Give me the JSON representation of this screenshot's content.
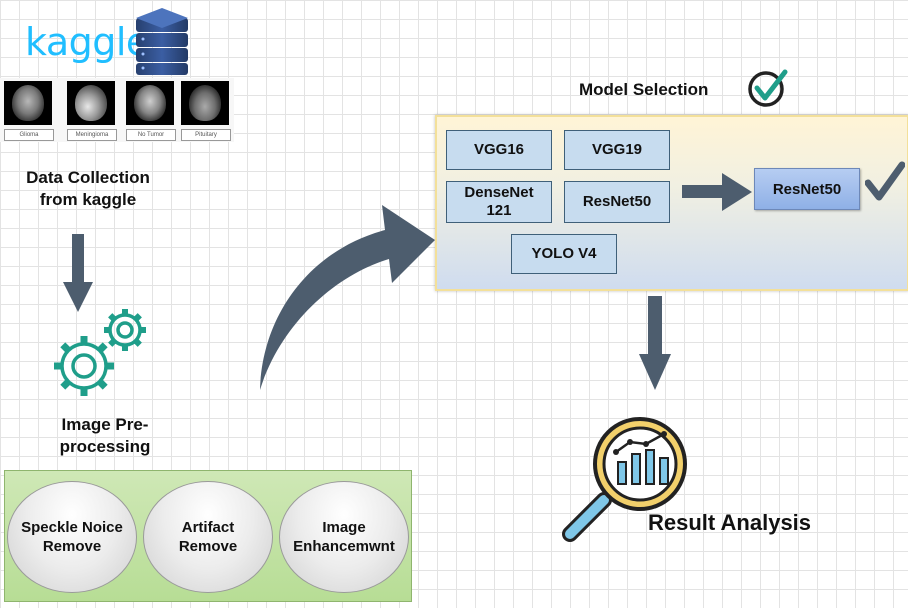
{
  "logo": {
    "text": "kaggle",
    "accent_color": "#20BEFF",
    "icon": "database-stack-icon"
  },
  "scan_labels": [
    "Glioma",
    "Meningioma",
    "No Tumor",
    "Pituitary"
  ],
  "data_collection": {
    "line1": "Data Collection",
    "line2": "from kaggle"
  },
  "preprocessing": {
    "line1": "Image Pre-",
    "line2": "processing",
    "icon": "gears-icon",
    "steps": [
      "Speckle Noice\nRemove",
      "Artifact\nRemove",
      "Image\nEnhancemwnt"
    ]
  },
  "model_selection": {
    "title": "Model Selection",
    "models": [
      "VGG16",
      "VGG19",
      "DenseNet\n121",
      "ResNet50",
      "YOLO V4"
    ],
    "selected": "ResNet50"
  },
  "result": {
    "title": "Result Analysis",
    "icon": "magnifier-chart-icon"
  },
  "colors": {
    "arrow": "#4d5d6e",
    "gear": "#1f9e8a",
    "model_box": "#c7dcef",
    "selected_box": "#8fb0e6",
    "green_panel": "#b7dd95"
  }
}
